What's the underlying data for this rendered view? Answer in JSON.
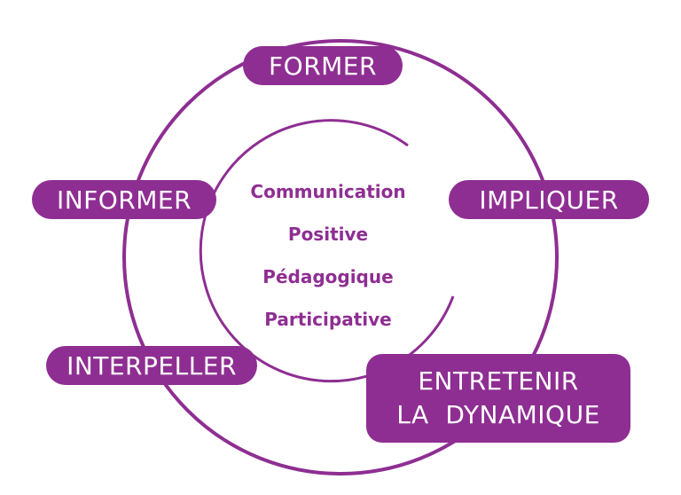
{
  "colors": {
    "primary": "#8e2e92",
    "ring": "#8e2e92",
    "text_on_primary": "#ffffff",
    "background": "#ffffff"
  },
  "outer_labels": {
    "former": "FORMER",
    "informer": "INFORMER",
    "impliquer": "IMPLIQUER",
    "interpeller": "INTERPELLER",
    "entretenir_line1": "ENTRETENIR",
    "entretenir_line2": "LA  DYNAMIQUE"
  },
  "center_items": [
    "Communication",
    "Positive",
    "Pédagogique",
    "Participative"
  ]
}
